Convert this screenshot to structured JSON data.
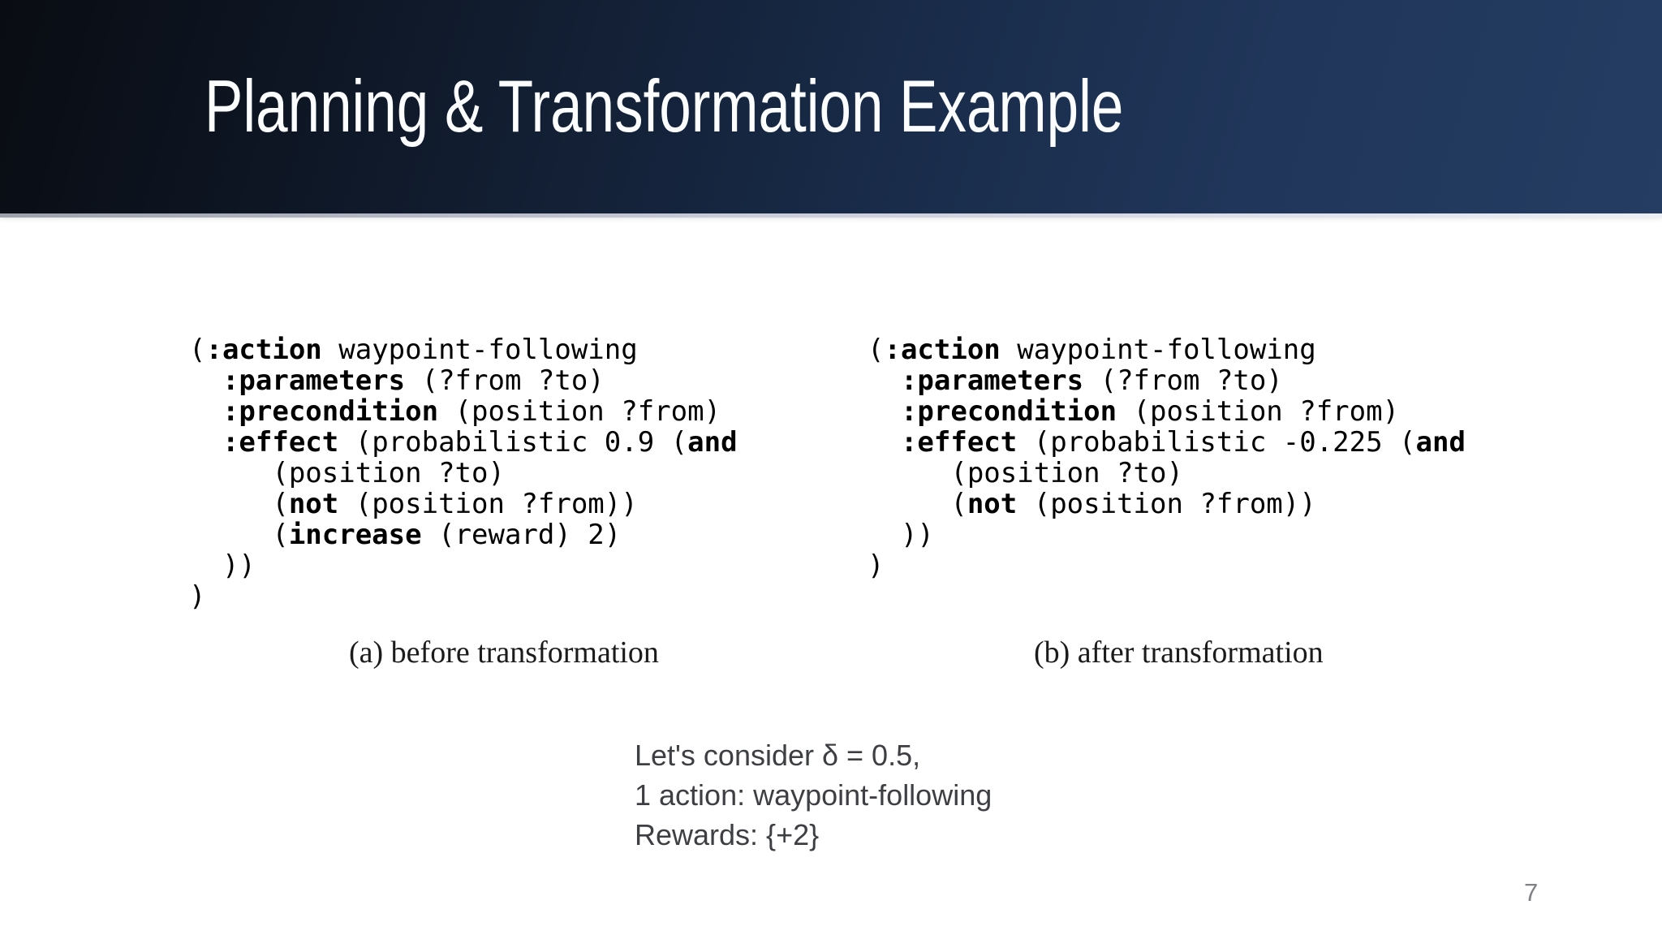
{
  "slide": {
    "title": "Planning & Transformation Example",
    "page_number": "7"
  },
  "figures": {
    "before": {
      "caption": "(a) before transformation",
      "code": [
        [
          [
            "(",
            0
          ],
          [
            ":action",
            1
          ],
          [
            " waypoint-following",
            0
          ]
        ],
        [
          [
            "  ",
            0
          ],
          [
            ":parameters",
            1
          ],
          [
            " (?from ?to)",
            0
          ]
        ],
        [
          [
            "  ",
            0
          ],
          [
            ":precondition",
            1
          ],
          [
            " (position ?from)",
            0
          ]
        ],
        [
          [
            "  ",
            0
          ],
          [
            ":effect",
            1
          ],
          [
            " (probabilistic 0.9 (",
            0
          ],
          [
            "and",
            1
          ]
        ],
        [
          [
            "     (position ?to)",
            0
          ]
        ],
        [
          [
            "     (",
            0
          ],
          [
            "not",
            1
          ],
          [
            " (position ?from))",
            0
          ]
        ],
        [
          [
            "     (",
            0
          ],
          [
            "increase",
            1
          ],
          [
            " (reward) 2)",
            0
          ]
        ],
        [
          [
            "  ))",
            0
          ]
        ],
        [
          [
            ")",
            0
          ]
        ]
      ]
    },
    "after": {
      "caption": "(b) after transformation",
      "code": [
        [
          [
            "(",
            0
          ],
          [
            ":action",
            1
          ],
          [
            " waypoint-following",
            0
          ]
        ],
        [
          [
            "  ",
            0
          ],
          [
            ":parameters",
            1
          ],
          [
            " (?from ?to)",
            0
          ]
        ],
        [
          [
            "  ",
            0
          ],
          [
            ":precondition",
            1
          ],
          [
            " (position ?from)",
            0
          ]
        ],
        [
          [
            "  ",
            0
          ],
          [
            ":effect",
            1
          ],
          [
            " (probabilistic -0.225 (",
            0
          ],
          [
            "and",
            1
          ]
        ],
        [
          [
            "     (position ?to)",
            0
          ]
        ],
        [
          [
            "     (",
            0
          ],
          [
            "not",
            1
          ],
          [
            " (position ?from))",
            0
          ]
        ],
        [
          [
            "  ))",
            0
          ]
        ],
        [
          [
            ")",
            0
          ]
        ]
      ]
    }
  },
  "notes": {
    "lines": [
      "Let's consider δ = 0.5,",
      "1 action: waypoint-following",
      "Rewards: {+2}"
    ]
  },
  "colors": {
    "bg": "#ffffff",
    "header_dark": "#090c12",
    "header_blue": "#253d63",
    "divider": "#c9ccd9",
    "title": "#fcfdfe",
    "code": "#000000",
    "caption": "#1b1b1b",
    "notes": "#3d3f42",
    "page": "#7f8185"
  }
}
